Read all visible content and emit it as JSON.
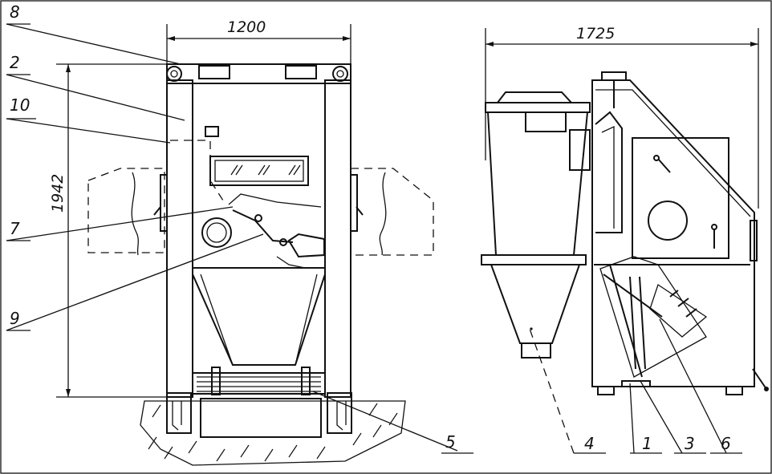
{
  "dimensions": {
    "front_width": "1200",
    "front_height": "1942",
    "side_width": "1725"
  },
  "callouts": {
    "c8": "8",
    "c2": "2",
    "c10": "10",
    "c7": "7",
    "c9": "9",
    "c5": "5",
    "c4": "4",
    "c1": "1",
    "c3": "3",
    "c6": "6"
  }
}
